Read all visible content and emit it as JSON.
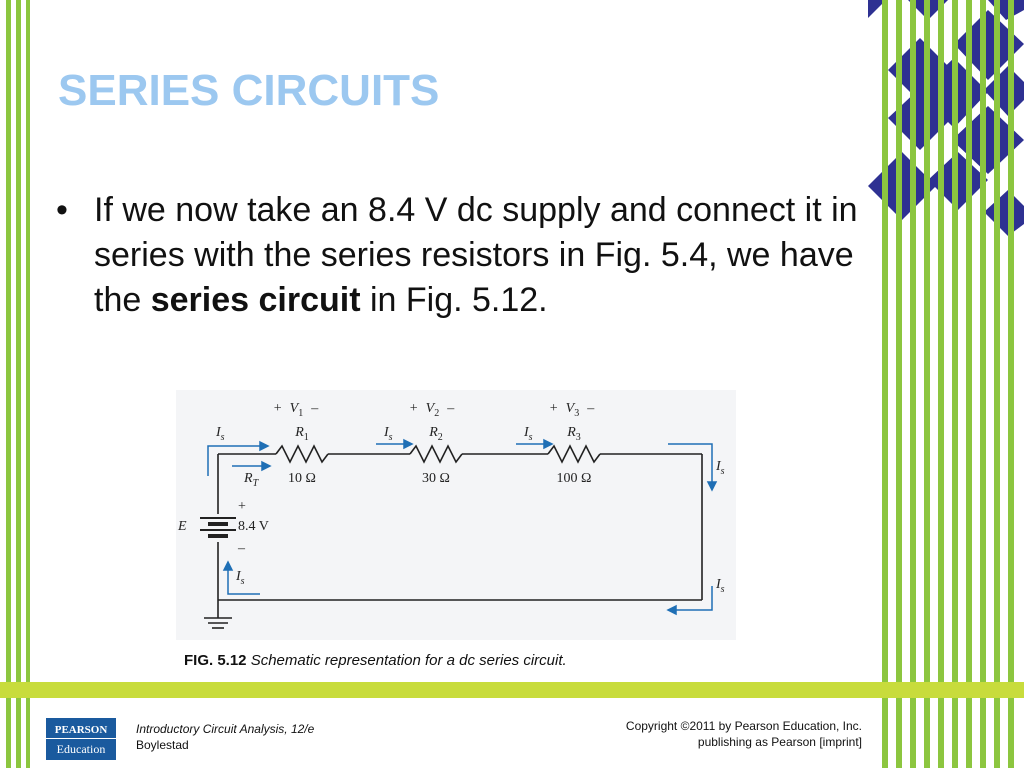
{
  "slide": {
    "title": "SERIES CIRCUITS",
    "bullet": {
      "marker": "•",
      "text_before": "If we now take an 8.4 V dc supply and connect it in series with the series resistors in Fig. 5.4, we have the ",
      "bold": "series circuit",
      "text_after": " in Fig. 5.12."
    },
    "figure": {
      "caption_label": "FIG. 5.12",
      "caption_text": " Schematic representation for a dc series circuit.",
      "source_label": "E",
      "source_value": "8.4 V",
      "source_plus": "+",
      "source_minus": "–",
      "total_resistance_label": "R",
      "total_resistance_sub": "T",
      "current_label": "I",
      "current_sub": "s",
      "resistors": [
        {
          "name": "R",
          "sub": "1",
          "value": "10 Ω",
          "voltage": "V",
          "vsub": "1",
          "plus": "+",
          "minus": "–"
        },
        {
          "name": "R",
          "sub": "2",
          "value": "30 Ω",
          "voltage": "V",
          "vsub": "2",
          "plus": "+",
          "minus": "–"
        },
        {
          "name": "R",
          "sub": "3",
          "value": "100 Ω",
          "voltage": "V",
          "vsub": "3",
          "plus": "+",
          "minus": "–"
        }
      ]
    }
  },
  "footer": {
    "logo_top": "PEARSON",
    "logo_bottom": "Education",
    "book_title": "Introductory Circuit Analysis, 12/e",
    "book_author": "Boylestad",
    "copyright_line1": "Copyright ©2011 by Pearson Education, Inc.",
    "copyright_line2": "publishing as Pearson [imprint]"
  },
  "colors": {
    "title": "#9cc8f0",
    "green": "#8cc63f",
    "lime": "#c8dc3c",
    "navy": "#2e3192",
    "wire_arrow": "#1f6fb5"
  }
}
